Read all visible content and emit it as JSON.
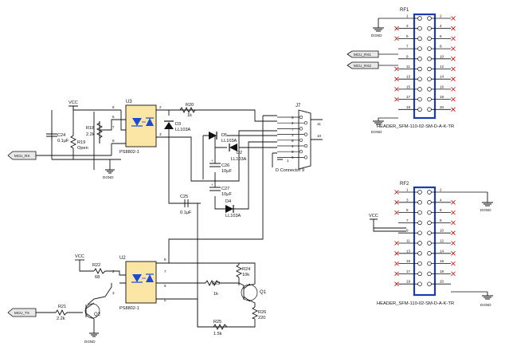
{
  "labels": {
    "vcc": "VCC",
    "dgnd": "DGND",
    "mcu_rx": "MCU_RX",
    "mcu_tx": "MCU_TX",
    "mcu_rx_1": "MCU_RX1",
    "mcu_rx_2": "MCU_RX2"
  },
  "u3": {
    "ref": "U3",
    "part": "PS8802-1",
    "pins": [
      "6",
      "5",
      "7",
      "8",
      "2",
      "3"
    ]
  },
  "u2": {
    "ref": "U2",
    "part": "PS8802-1",
    "pins": [
      "3",
      "2",
      "8",
      "7",
      "6",
      "5"
    ]
  },
  "parts": {
    "c24": {
      "ref": "C24",
      "value": "0.1μF"
    },
    "r18": {
      "ref": "R18",
      "value": "2.2k"
    },
    "r19": {
      "ref": "R19",
      "value": "Open"
    },
    "r20": {
      "ref": "R20",
      "value": "1k"
    },
    "d3": {
      "ref": "D3",
      "value": "LL103A"
    },
    "d5": {
      "ref": "D5",
      "value": "LL103A"
    },
    "d2": {
      "ref": "D2",
      "value": "LL103A"
    },
    "d4": {
      "ref": "D4",
      "value": "LL103A"
    },
    "c26": {
      "ref": "C26",
      "value": "10μF"
    },
    "c27": {
      "ref": "C27",
      "value": "10μF"
    },
    "c25": {
      "ref": "C25",
      "value": "0.1μF"
    },
    "r22": {
      "ref": "R22",
      "value": "68"
    },
    "r21": {
      "ref": "R21",
      "value": "2.2k"
    },
    "q2": {
      "ref": "Q2"
    },
    "r23": {
      "ref": "R23",
      "value": "1k"
    },
    "r24": {
      "ref": "R24",
      "value": "10k"
    },
    "q1": {
      "ref": "Q1"
    },
    "r26": {
      "ref": "R26",
      "value": "220"
    },
    "r25": {
      "ref": "R25",
      "value": "1.5k"
    }
  },
  "j7": {
    "ref": "J7",
    "name": "D Connector 9",
    "pins": [
      "6",
      "2",
      "7",
      "3",
      "8",
      "4",
      "9",
      "5"
    ],
    "mount_pins": [
      "11",
      "10"
    ],
    "pin1": "1"
  },
  "rf1": {
    "ref": "RF1",
    "name": "HEADER_SFM-110-02-SM-D-A-K-TR",
    "left_pins": [
      "1",
      "3",
      "5",
      "7",
      "9",
      "11",
      "13",
      "15",
      "17",
      "19"
    ],
    "right_pins": [
      "2",
      "4",
      "6",
      "8",
      "10",
      "12",
      "14",
      "16",
      "18",
      "20"
    ]
  },
  "rf2": {
    "ref": "RF2",
    "name": "HEADER_SFM-110-02-SM-D-A-K-TR",
    "left_pins": [
      "1",
      "3",
      "5",
      "7",
      "9",
      "11",
      "13",
      "15",
      "17",
      "19"
    ],
    "right_pins": [
      "2",
      "4",
      "6",
      "8",
      "10",
      "12",
      "14",
      "16",
      "18",
      "20"
    ]
  }
}
